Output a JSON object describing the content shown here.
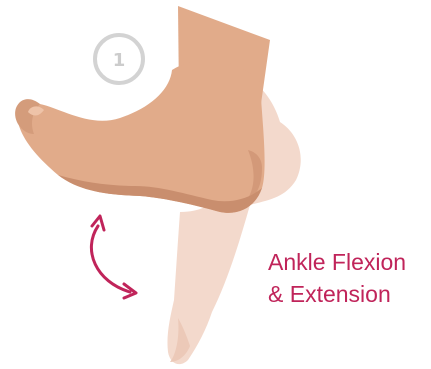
{
  "step_number": "1",
  "caption": {
    "line1": "Ankle Flexion",
    "line2": "& Extension"
  },
  "colors": {
    "accent": "#c0245a",
    "step_circle": "#d3d3d3",
    "skin_main": "#e1ab8a",
    "skin_shadow": "#c98e6e",
    "skin_faded": "#f3d9cc"
  },
  "icons": {
    "rotation": "curved-double-arrow-icon"
  }
}
